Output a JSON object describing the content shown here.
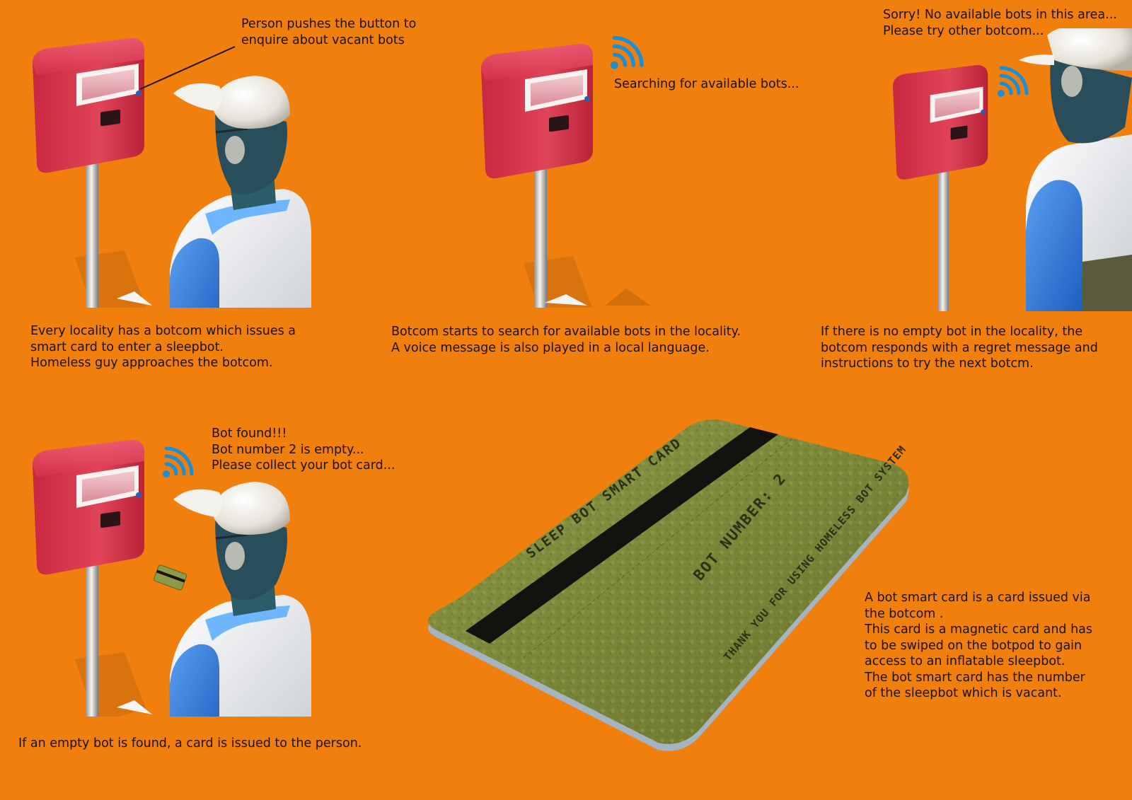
{
  "colors": {
    "background": "#f07f0e",
    "botcom_red": "#d8344a",
    "signal_blue": "#1a8fd6",
    "card_olive": "#7d8a3c",
    "card_stripe": "#14120e",
    "shirt_blue": "#2f79d8"
  },
  "icons": [
    "botcom-kiosk",
    "wifi-signal-icon",
    "homeless-person",
    "bot-smart-card"
  ],
  "panel1": {
    "callout": [
      "Person pushes the button to",
      "enquire about vacant bots"
    ],
    "caption": [
      "Every locality has a botcom which issues a",
      "smart card to enter a sleepbot.",
      "Homeless guy approaches the botcom."
    ]
  },
  "panel2": {
    "callout": "Searching for available bots...",
    "caption": [
      "Botcom starts to search for available bots in the locality.",
      "A voice message is also played in a local language."
    ]
  },
  "panel3": {
    "callout": [
      "Sorry! No available bots in this area...",
      "Please try other botcom..."
    ],
    "caption": [
      "If there is no empty bot in the locality, the",
      "botcom responds with a regret message and",
      "instructions to try the next botcm."
    ]
  },
  "panel4": {
    "callout": [
      "Bot found!!!",
      "Bot number 2 is empty...",
      "Please collect your bot card..."
    ],
    "caption": "If an empty bot is found, a card is issued to the person."
  },
  "card": {
    "title": "SLEEP BOT SMART CARD",
    "number": "BOT NUMBER: 2",
    "thanks": "THANK YOU FOR USING HOMELESS BOT SYSTEM"
  },
  "card_description": [
    "A bot smart card is a card issued via",
    "the botcom .",
    "This card is a magnetic card and has",
    "to be swiped on the botpod to gain",
    "access to an inflatable sleepbot.",
    "The bot smart card has the number",
    "of the sleepbot which is vacant."
  ]
}
